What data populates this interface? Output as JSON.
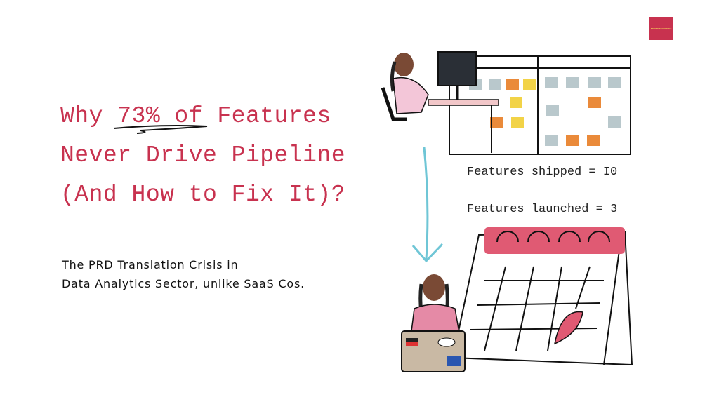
{
  "title": {
    "lines": [
      "Why 73% of Features",
      "Never Drive Pipeline",
      "(And How to Fix It)?"
    ]
  },
  "subtitle": {
    "lines": [
      "The PRD Translation Crisis in",
      "Data Analytics Sector, unlike SaaS Cos."
    ]
  },
  "stats": {
    "shipped": "Features shipped = I0",
    "launched": "Features launched = 3"
  },
  "logo": {
    "text": "STORY SCIENTIST"
  },
  "colors": {
    "accent": "#c8324f",
    "arrow": "#6fc6d6",
    "orange": "#ea8a3a",
    "yellow": "#f2d347",
    "gray": "#b9c8cc"
  }
}
